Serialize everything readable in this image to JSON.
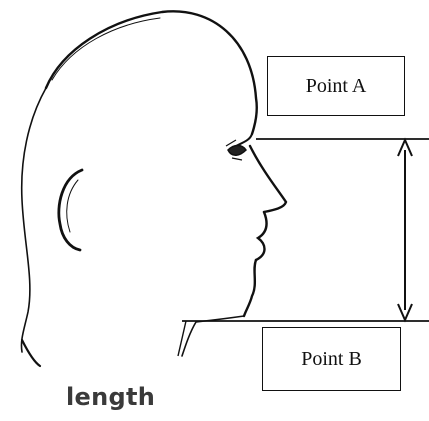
{
  "labels": {
    "top": "Point A",
    "bottom": "Point B",
    "caption": "length"
  },
  "colors": {
    "ink": "#111111",
    "caption": "#3a3a3a"
  }
}
